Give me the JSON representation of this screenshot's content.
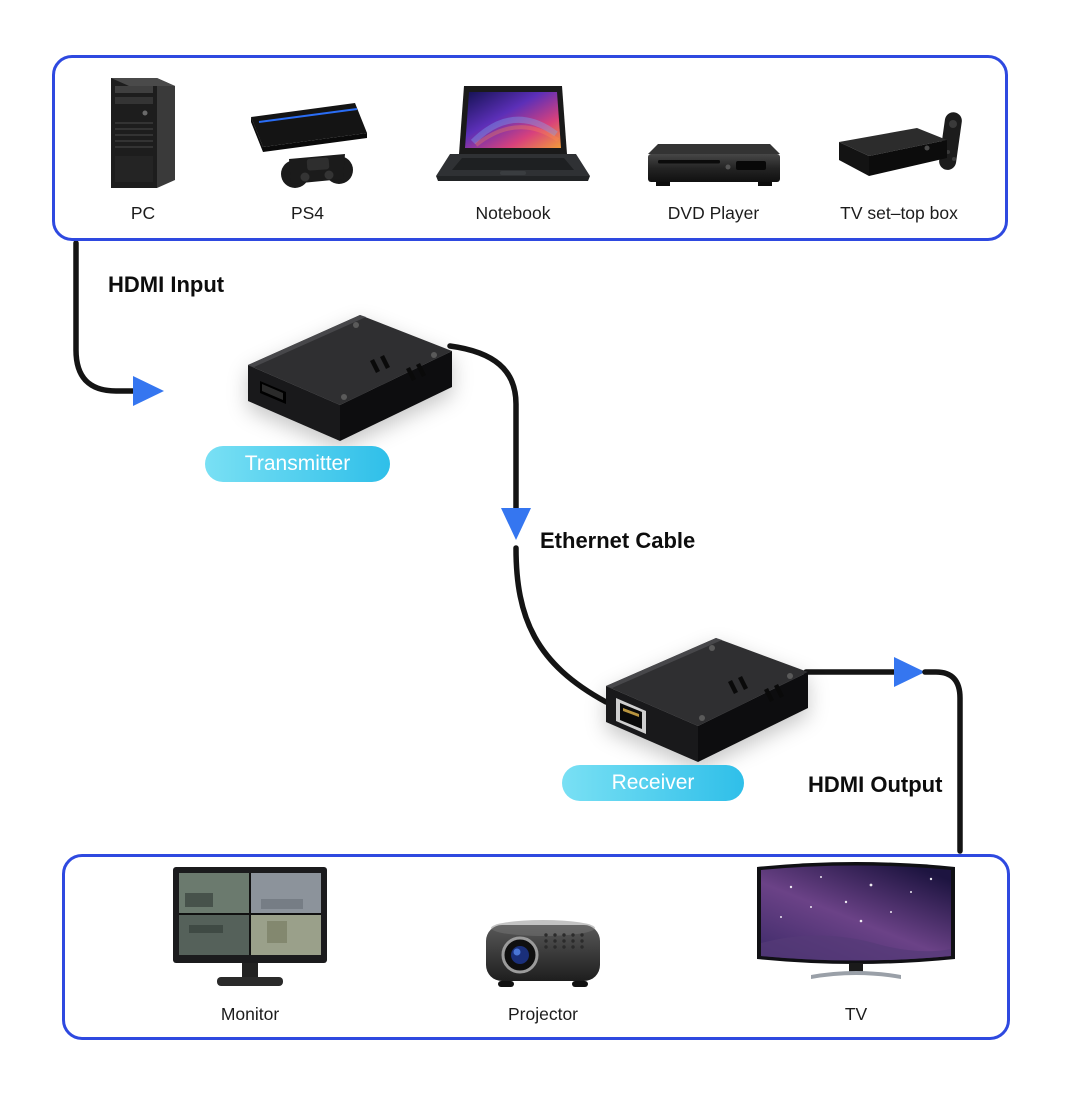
{
  "colors": {
    "box_border": "#2e49e0",
    "cable": "#141414",
    "arrow": "#3576f0",
    "pill_start": "#79e0f4",
    "pill_end": "#2fbfe9",
    "pill_text": "#ffffff",
    "label_text": "#1c1c1c"
  },
  "sources": {
    "items": [
      {
        "name": "pc",
        "label": "PC"
      },
      {
        "name": "ps4",
        "label": "PS4"
      },
      {
        "name": "notebook",
        "label": "Notebook"
      },
      {
        "name": "dvd-player",
        "label": "DVD Player"
      },
      {
        "name": "tv-set-top-box",
        "label": "TV set–top box"
      }
    ]
  },
  "labels": {
    "hdmi_input": "HDMI Input",
    "transmitter": "Transmitter",
    "ethernet_cable": "Ethernet Cable",
    "receiver": "Receiver",
    "hdmi_output": "HDMI Output"
  },
  "outputs": {
    "items": [
      {
        "name": "monitor",
        "label": "Monitor"
      },
      {
        "name": "projector",
        "label": "Projector"
      },
      {
        "name": "tv",
        "label": "TV"
      }
    ]
  }
}
